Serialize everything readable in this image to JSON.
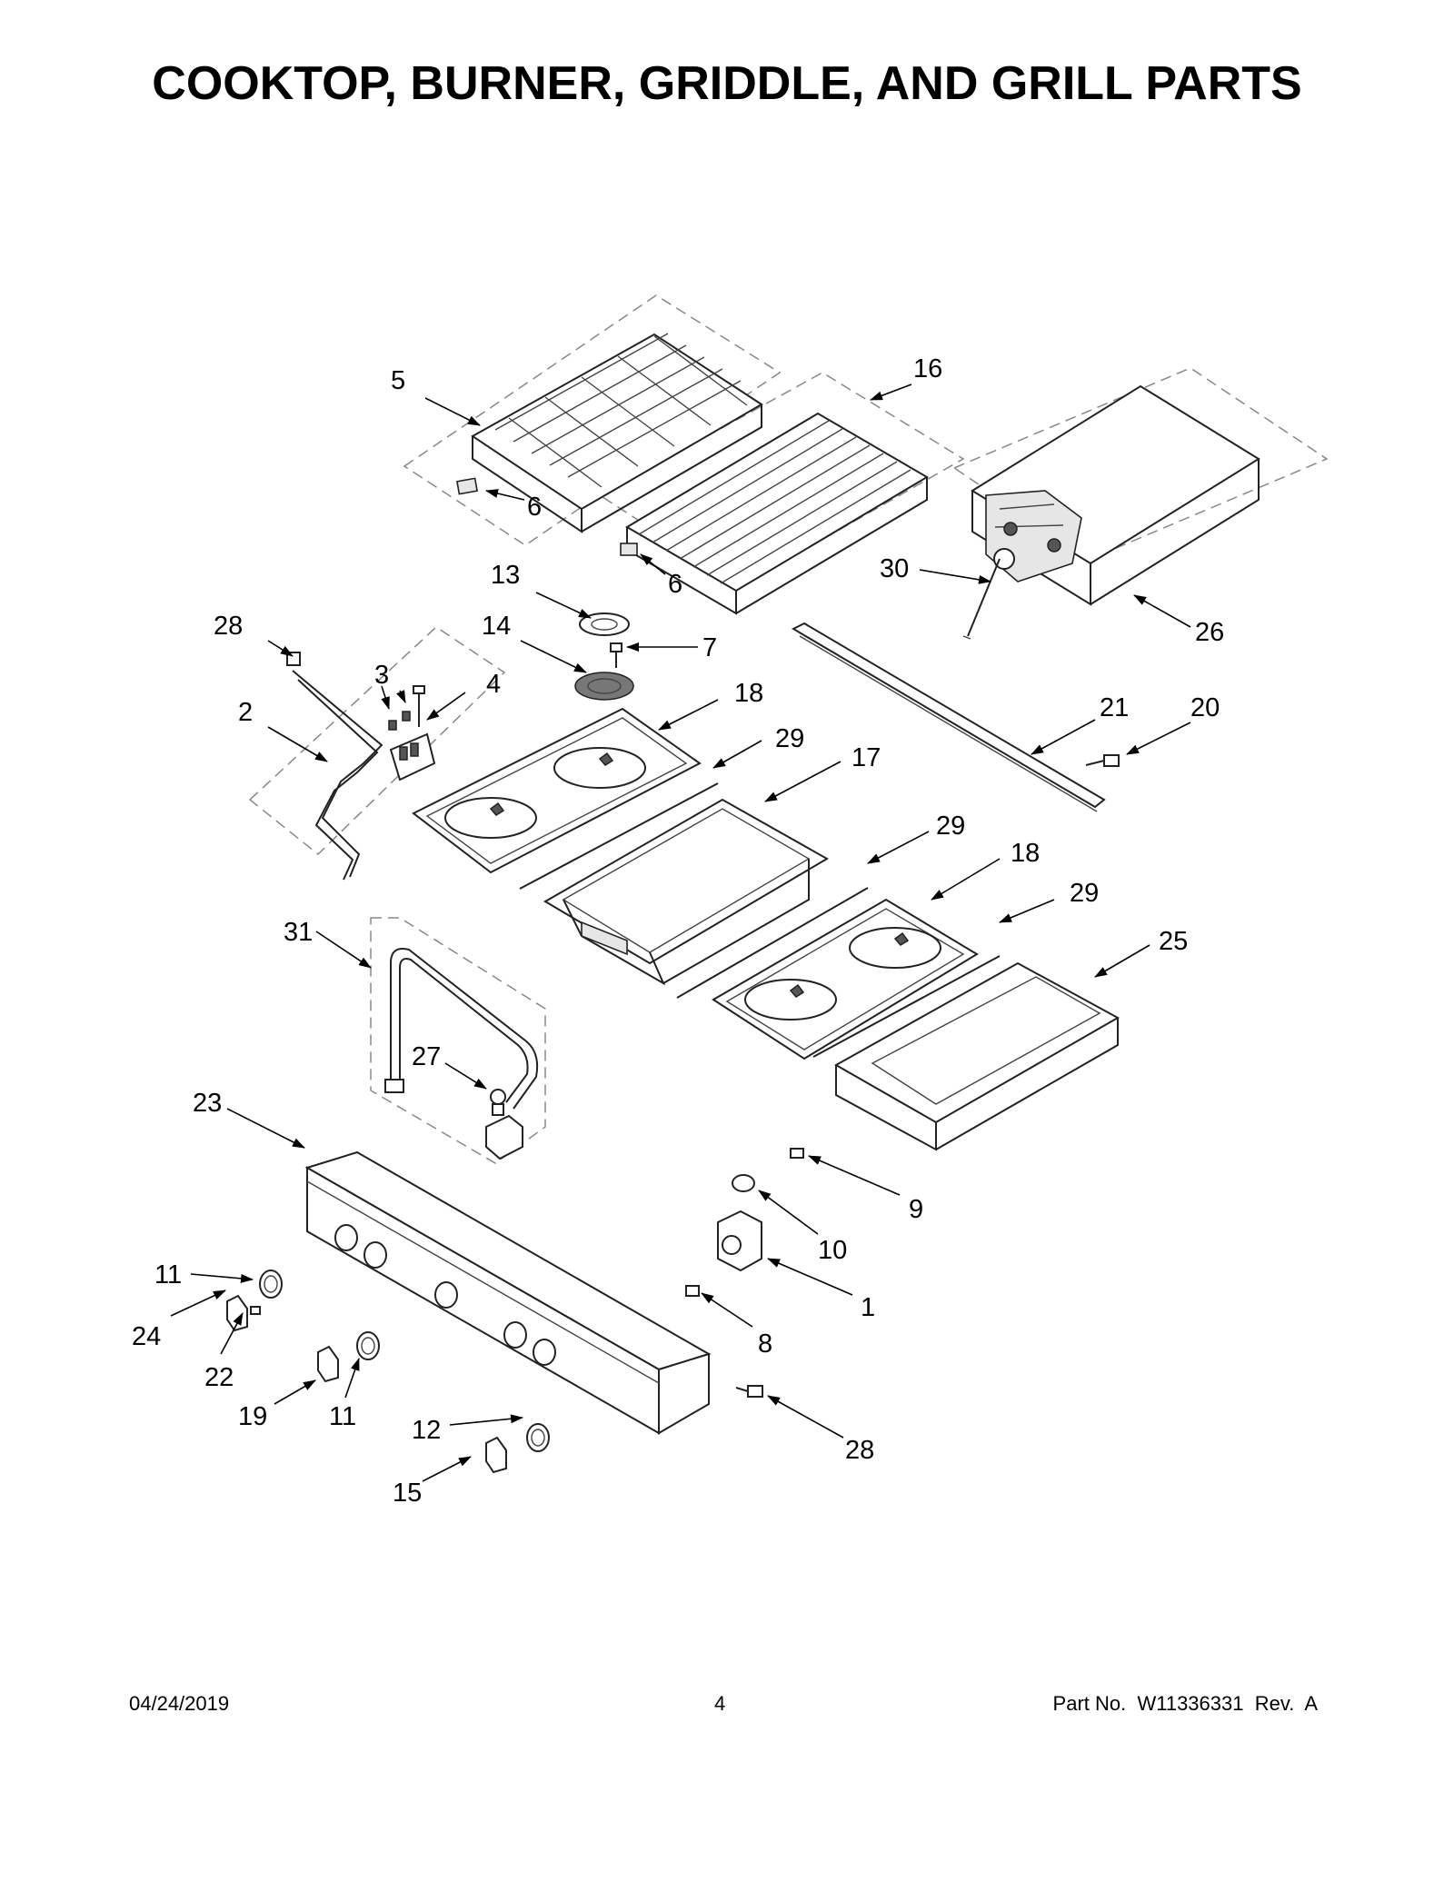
{
  "title": "COOKTOP, BURNER, GRIDDLE, AND GRILL PARTS",
  "footer": {
    "date": "04/24/2019",
    "page": "4",
    "part_number": "Part No.  W11336331  Rev.  A"
  },
  "callouts": [
    {
      "label": "5"
    },
    {
      "label": "16"
    },
    {
      "label": "6"
    },
    {
      "label": "6"
    },
    {
      "label": "13"
    },
    {
      "label": "30"
    },
    {
      "label": "26"
    },
    {
      "label": "28"
    },
    {
      "label": "14"
    },
    {
      "label": "7"
    },
    {
      "label": "3"
    },
    {
      "label": "4"
    },
    {
      "label": "2"
    },
    {
      "label": "18"
    },
    {
      "label": "29"
    },
    {
      "label": "17"
    },
    {
      "label": "21"
    },
    {
      "label": "20"
    },
    {
      "label": "29"
    },
    {
      "label": "18"
    },
    {
      "label": "29"
    },
    {
      "label": "25"
    },
    {
      "label": "31"
    },
    {
      "label": "27"
    },
    {
      "label": "23"
    },
    {
      "label": "9"
    },
    {
      "label": "10"
    },
    {
      "label": "11"
    },
    {
      "label": "1"
    },
    {
      "label": "24"
    },
    {
      "label": "22"
    },
    {
      "label": "8"
    },
    {
      "label": "19"
    },
    {
      "label": "11"
    },
    {
      "label": "12"
    },
    {
      "label": "28"
    },
    {
      "label": "15"
    }
  ]
}
